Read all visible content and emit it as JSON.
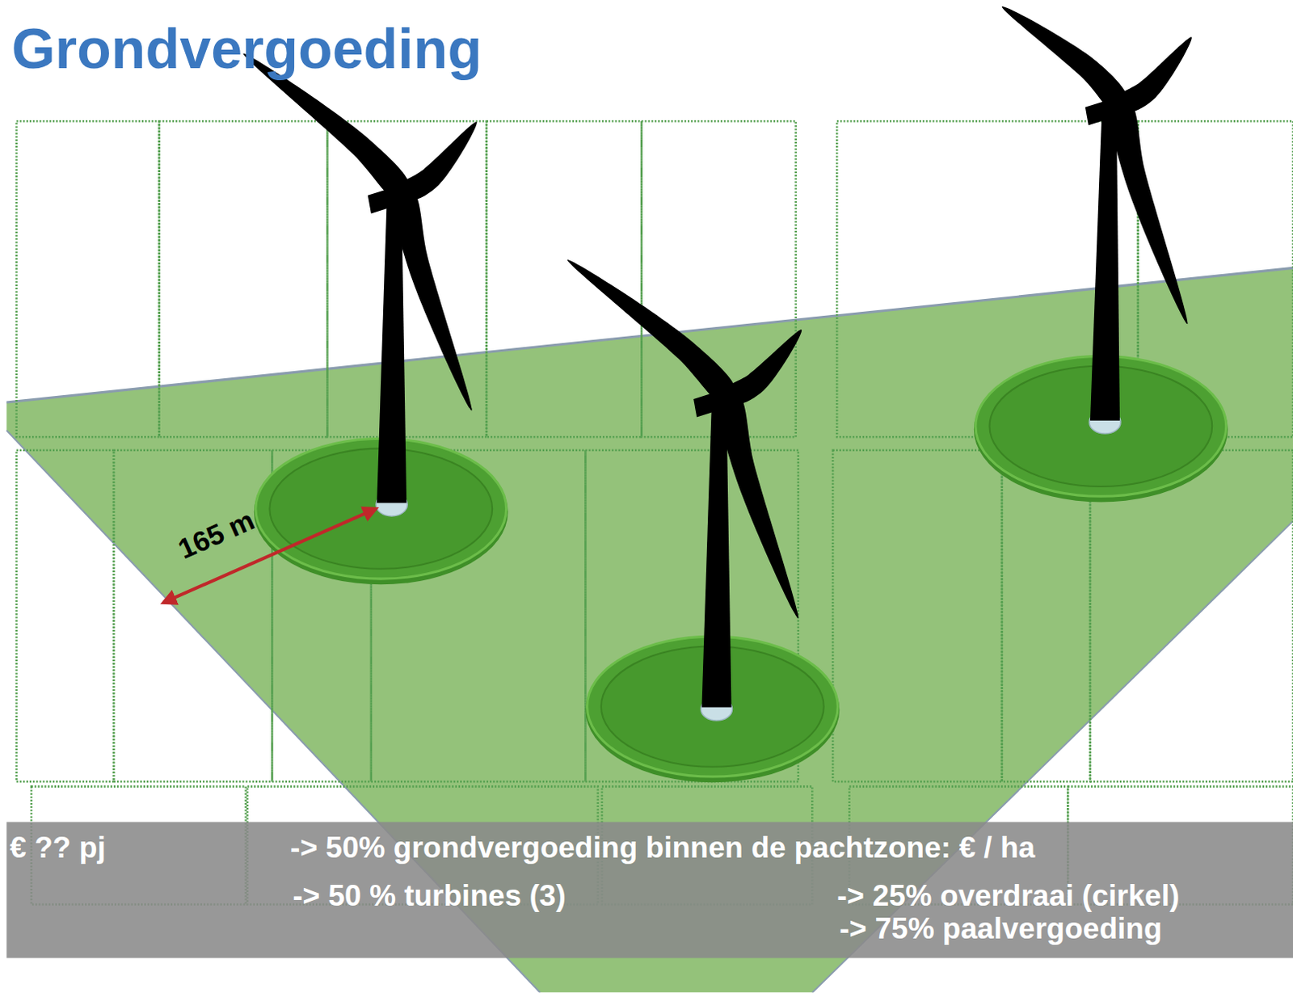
{
  "diagram": {
    "title": "Grondvergoeding",
    "nodes": [
      {
        "text": [
          "€ ?? pj",
          "-> 50% grondvergoeding binnen de pachtzone: € / ha",
          "-> 50 % turbines (3)",
          "-> 25% overdraai (cirkel)",
          "-> 75% paalvergoeding"
        ]
      }
    ],
    "labels": [
      "165 m"
    ]
  }
}
